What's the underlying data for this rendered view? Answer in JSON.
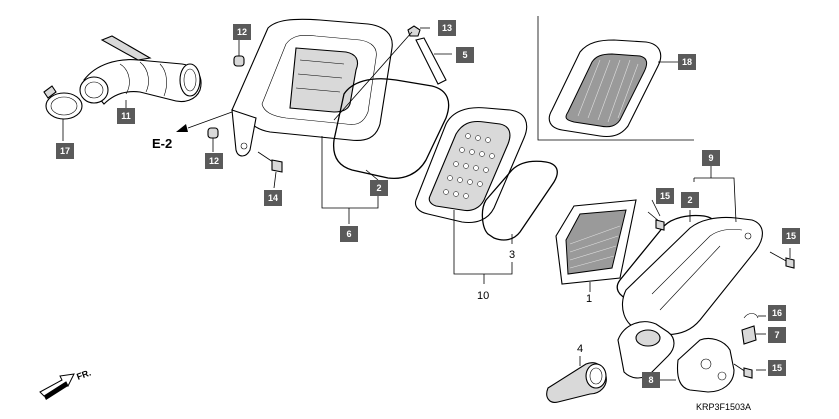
{
  "labels": {
    "p1": "1",
    "p2a": "2",
    "p2b": "2",
    "p3": "3",
    "p4": "4",
    "p5": "5",
    "p6": "6",
    "p7": "7",
    "p8": "8",
    "p9": "9",
    "p10": "10",
    "p11": "11",
    "p12a": "12",
    "p12b": "12",
    "p13": "13",
    "p14": "14",
    "p15a": "15",
    "p15b": "15",
    "p15c": "15",
    "p16": "16",
    "p17": "17",
    "p18": "18"
  },
  "reference": "E-2",
  "direction": "FR.",
  "diagram_code": "KRP3F1503A"
}
